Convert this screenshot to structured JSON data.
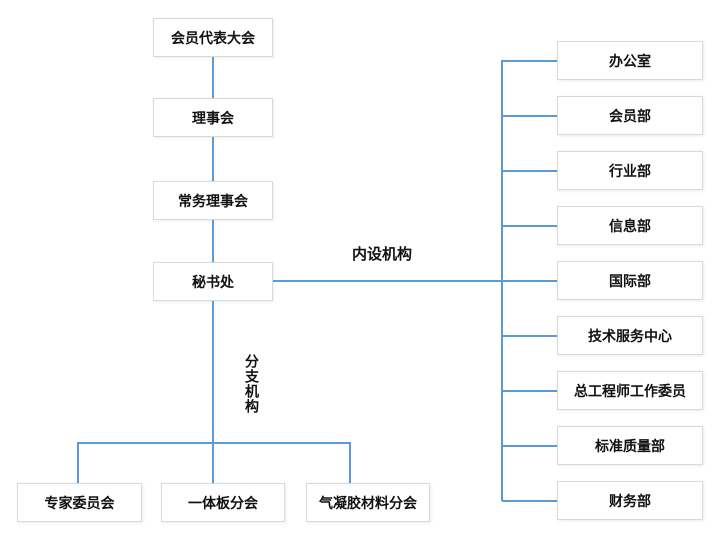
{
  "org_chart": {
    "type": "org-tree",
    "chain": [
      "会员代表大会",
      "理事会",
      "常务理事会",
      "秘书处"
    ],
    "internal": {
      "label": "内设机构",
      "departments": [
        "办公室",
        "会员部",
        "行业部",
        "信息部",
        "国际部",
        "技术服务中心",
        "总工程师工作委员",
        "标准质量部",
        "财务部"
      ]
    },
    "branch": {
      "label": "分支机构",
      "units": [
        "专家委员会",
        "一体板分会",
        "气凝胶材料分会"
      ]
    },
    "colors": {
      "connector_blue": "#5B9BD5",
      "box_border_gray": "#D9D9D9",
      "text_black": "#111111",
      "background": "#FFFFFF"
    }
  }
}
